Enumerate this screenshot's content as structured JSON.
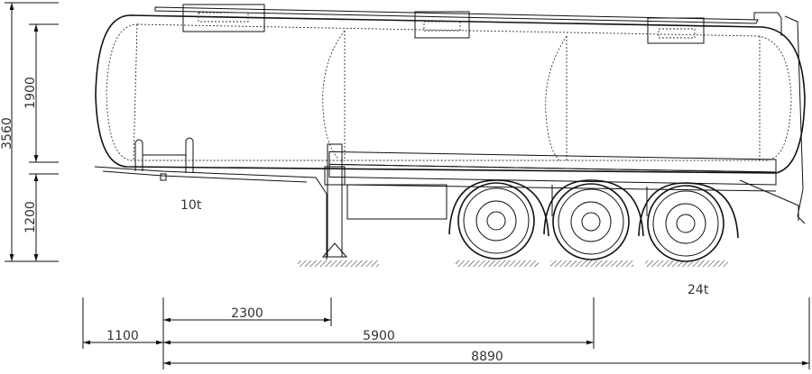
{
  "drawing": {
    "vertical_dimensions": {
      "total_height": "3560",
      "tank_height": "1900",
      "ground_clearance": "1200"
    },
    "horizontal_dimensions": {
      "front_overhang": "1100",
      "kingpin_to_landing_gear": "2300",
      "kingpin_to_axle_center": "5900",
      "overall_length": "8890"
    },
    "loads": {
      "kingpin_load": "10t",
      "axle_group_load": "24t"
    }
  }
}
